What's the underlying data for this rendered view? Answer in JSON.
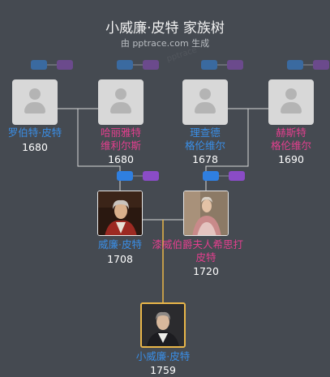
{
  "header": {
    "title": "小威廉·皮特 家族树",
    "subtitle": "由 pptrace.com 生成",
    "watermark": "pptrace"
  },
  "people": {
    "p1": {
      "name_line1": "罗伯特·皮特",
      "year": "1680",
      "gender": "male"
    },
    "p2": {
      "name_line1": "哈丽雅特",
      "name_line2": "维利尔斯",
      "year": "1680",
      "gender": "female"
    },
    "p3": {
      "name_line1": "理查德",
      "name_line2": "格伦维尔",
      "year": "1678",
      "gender": "male"
    },
    "p4": {
      "name_line1": "赫斯特",
      "name_line2": "格伦维尔",
      "year": "1690",
      "gender": "female"
    },
    "p5": {
      "name_line1": "威廉·皮特",
      "year": "1708",
      "gender": "male"
    },
    "p6": {
      "name_line1": "漆威伯爵夫人希思打",
      "name_line2": "皮特",
      "year": "1720",
      "gender": "female"
    },
    "p7": {
      "name_line1": "小威廉·皮特",
      "year": "1759",
      "gender": "male"
    }
  },
  "colors": {
    "male": "#3a8ee6",
    "female": "#e33f8e",
    "background": "#454a51",
    "focus_border": "#e9b649",
    "connector": "#d8d8d8",
    "focus_connector": "#e9b649"
  },
  "icons": {
    "placeholder": "person-silhouette-icon"
  }
}
